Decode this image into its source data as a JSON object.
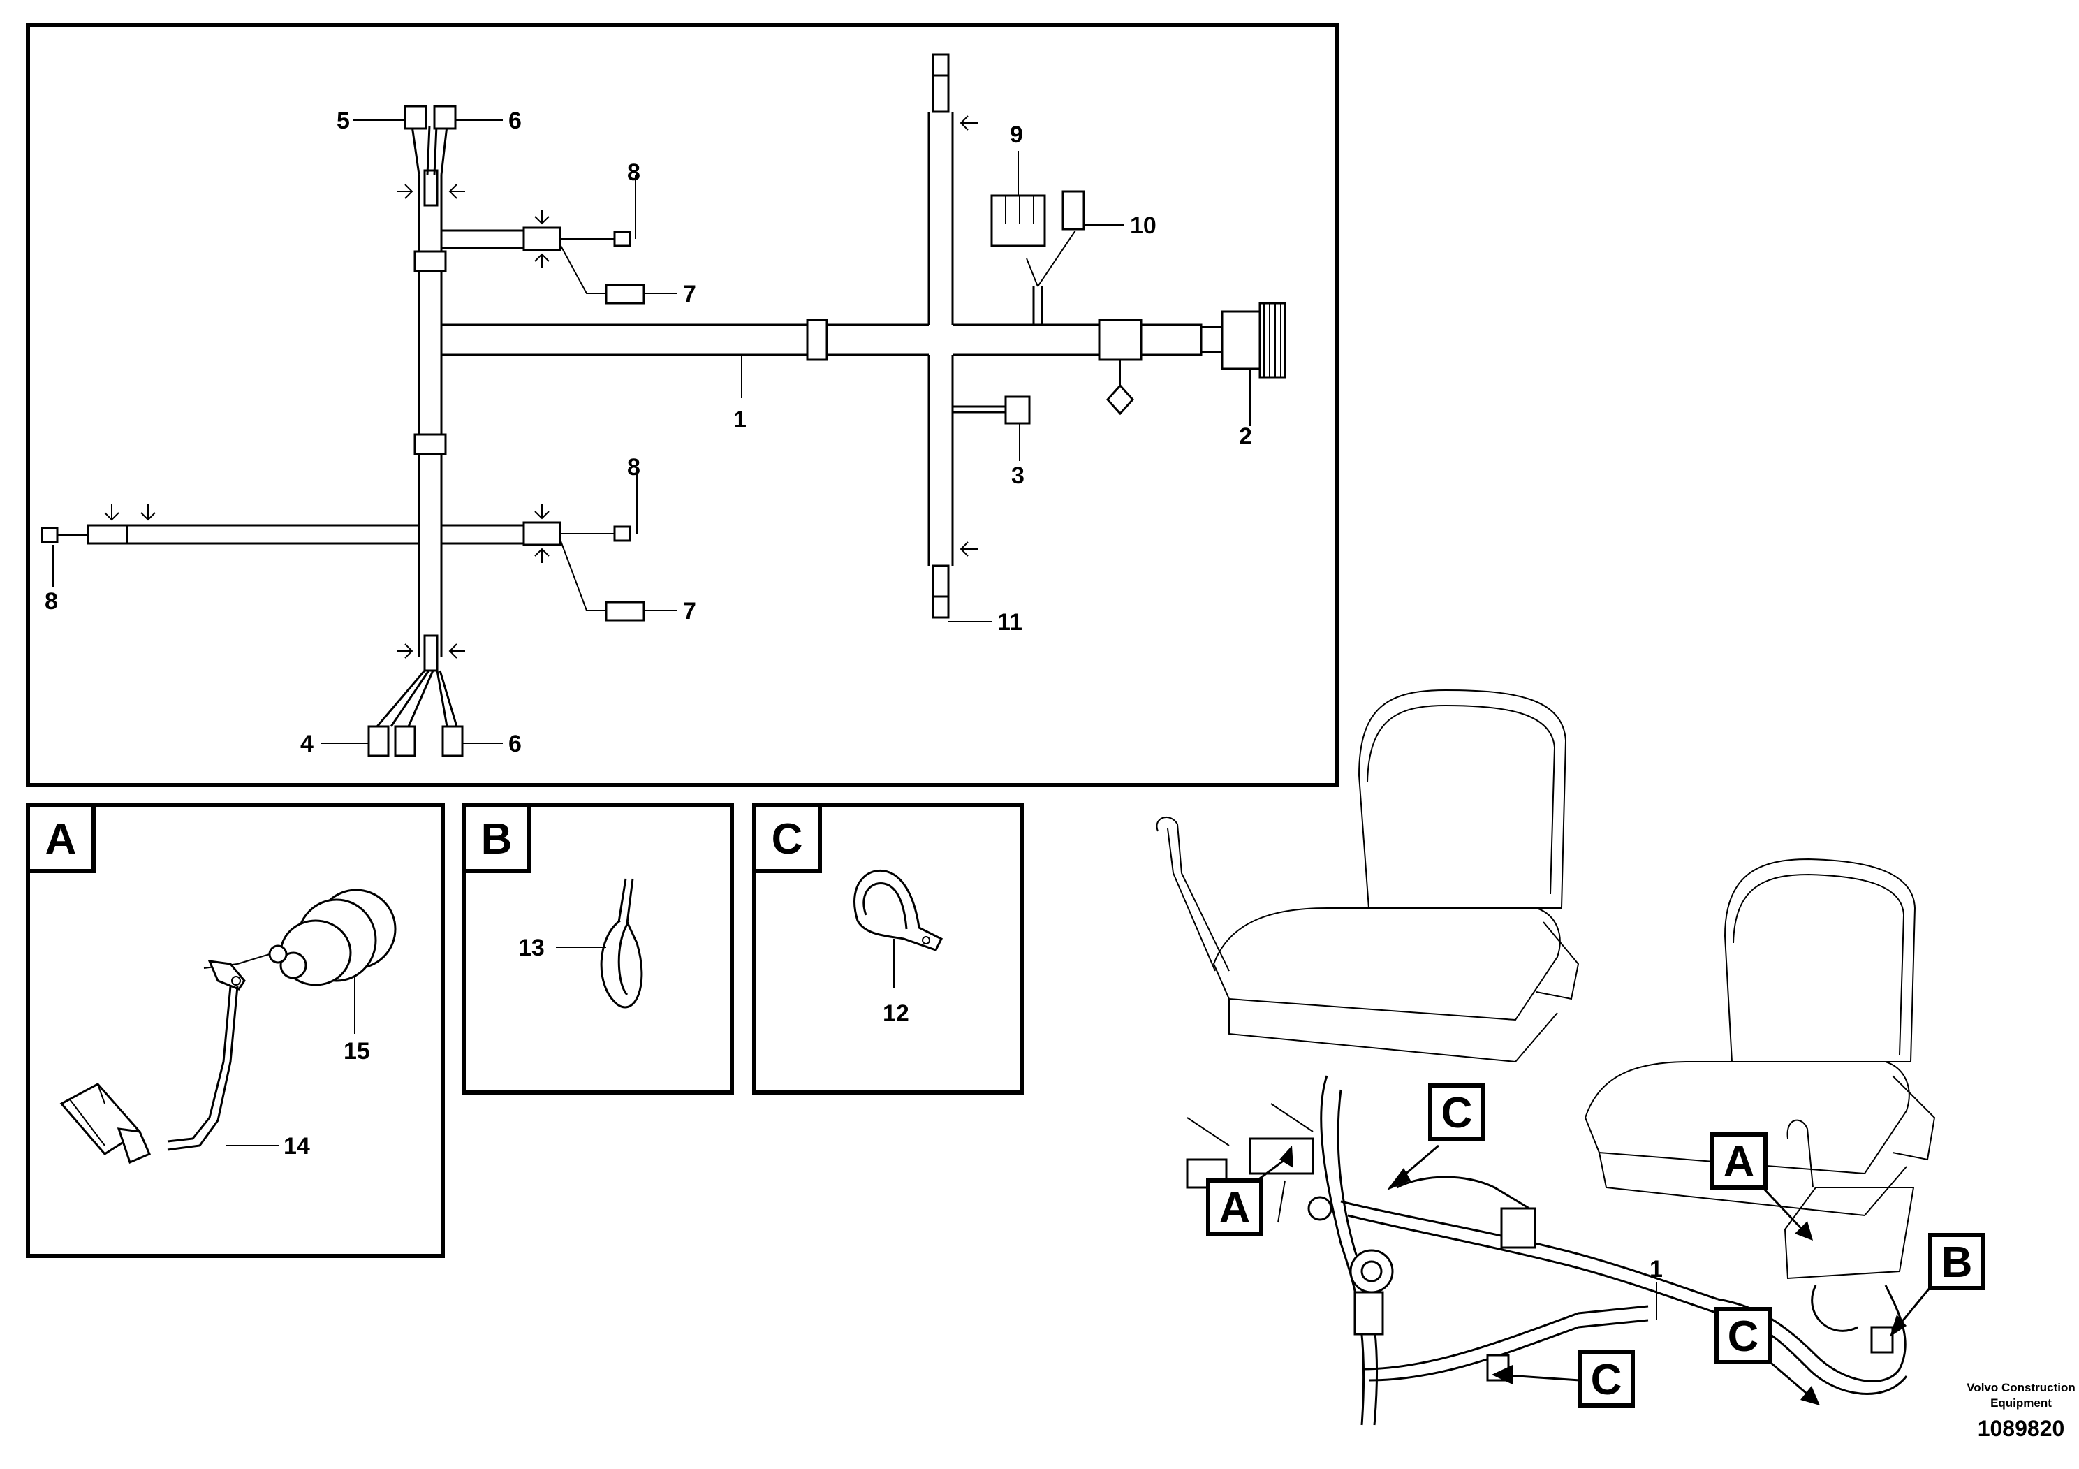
{
  "labels": {
    "l1": "1",
    "l2": "2",
    "l3": "3",
    "l4": "4",
    "l5": "5",
    "l6a": "6",
    "l6b": "6",
    "l7a": "7",
    "l7b": "7",
    "l8a": "8",
    "l8b": "8",
    "l8c": "8",
    "l9": "9",
    "l10": "10",
    "l11": "11",
    "l12": "12",
    "l13": "13",
    "l14": "14",
    "l15": "15",
    "l1b": "1"
  },
  "details": {
    "a_panel": "A",
    "b_panel": "B",
    "c_panel": "C",
    "a_call1": "A",
    "a_call2": "A",
    "b_call": "B",
    "c_call1": "C",
    "c_call2": "C",
    "c_call3": "C"
  },
  "footer": {
    "brand_line1": "Volvo Construction",
    "brand_line2": "Equipment",
    "drawing_number": "1089820"
  }
}
